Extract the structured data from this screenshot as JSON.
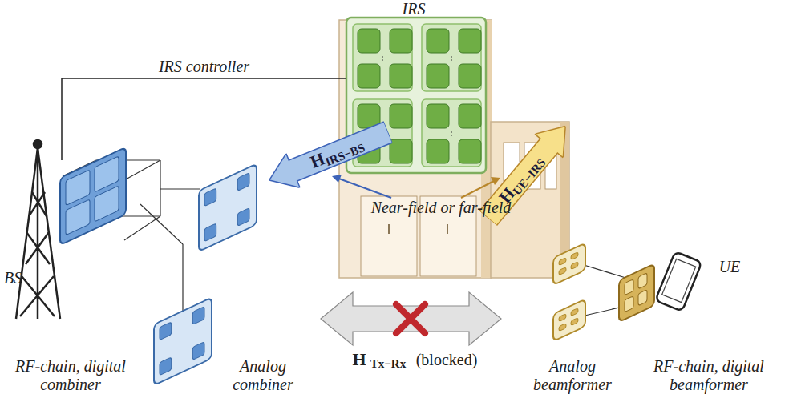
{
  "diagram": {
    "nodes": [
      {
        "text": [
          "IRS"
        ]
      },
      {
        "text": [
          "H",
          "IRS−BS"
        ]
      },
      {
        "text": [
          "H",
          "UE−IRS"
        ]
      },
      {
        "text": [
          "BS"
        ]
      }
    ],
    "edges": [
      {
        "from": 3,
        "to": 0,
        "arrow": "none",
        "label": "IRS controller"
      }
    ],
    "labels": [
      "Near-field or far-field",
      "H",
      "Tx−Rx",
      "(blocked)",
      "RF-chain, digital combiner",
      "Analog combiner",
      "Analog beamformer",
      "RF-chain, digital beamformer",
      "UE"
    ]
  }
}
